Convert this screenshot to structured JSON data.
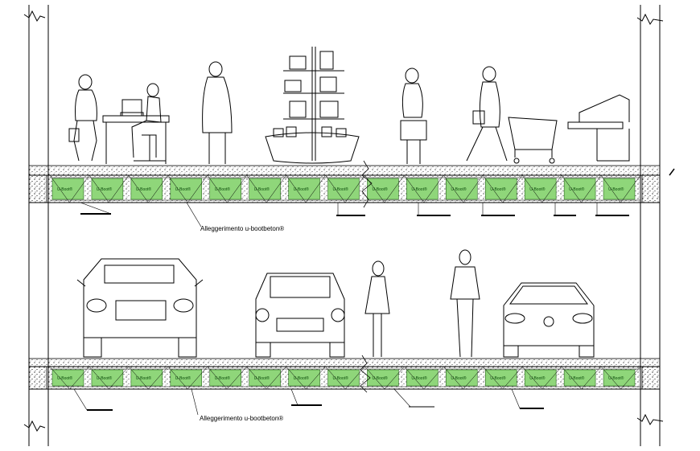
{
  "annotations": {
    "slab_upper": "Alleggerimento u-bootbeton®",
    "slab_lower": "Alleggerimento u-bootbeton®"
  },
  "block_label": "U-Boot®",
  "colors": {
    "line": "#000000",
    "block_fill": "#8fd67a",
    "background": "#ffffff"
  }
}
